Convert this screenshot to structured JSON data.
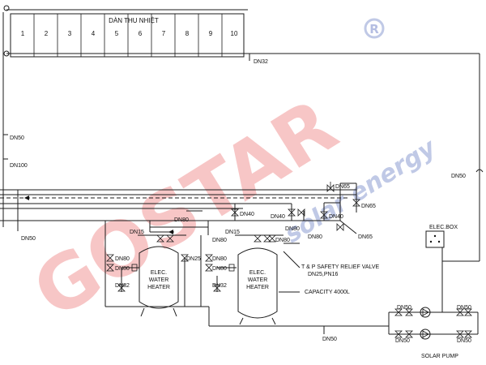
{
  "brand": {
    "name": "GOSTAR",
    "tagline": "solar energy",
    "registered_mark": "®",
    "colors": {
      "red": "#e86a6a",
      "blue": "#6c7fc4"
    }
  },
  "collector": {
    "title": "DÀN THU NHIỆT",
    "panels": [
      "1",
      "2",
      "3",
      "4",
      "5",
      "6",
      "7",
      "8",
      "9",
      "10"
    ]
  },
  "pipes": {
    "top_outlet": "DN32",
    "left_top": "DN50",
    "left_main": "DN100",
    "left_bottom": "DN50",
    "right_return": "DN50",
    "valve_top": "DN65",
    "valve_right": "DN65",
    "branch_dn40_left": "DN40",
    "branch_dn40_mid": "DN40",
    "branch_dn40_right": "DN40",
    "branch_dn80_top": "DN80",
    "branch_dn80_a": "DN80",
    "branch_dn80_b": "DN80",
    "branch_dn80_c": "DN80",
    "branch_dn65_low": "DN65",
    "bottom_main": "DN50"
  },
  "heater_left": {
    "label_1": "ELEC.",
    "label_2": "WATER",
    "label_3": "HEATER",
    "inlet": "DN15",
    "side_valve_1": "DN80",
    "side_valve_2": "DN80",
    "right_pipe": "DN25",
    "drain": "DN32"
  },
  "heater_right": {
    "label_1": "ELEC.",
    "label_2": "WATER",
    "label_3": "HEATER",
    "inlet": "DN15",
    "side_valve_1": "DN80",
    "side_valve_2": "DN80",
    "top_pipe": "DN80",
    "drain": "DN32"
  },
  "annotations": {
    "relief_valve_1": "T & P SAFETY RELIEF VALVE",
    "relief_valve_2": "DN25,PN16",
    "capacity": "CAPACITY 4000L"
  },
  "pump_station": {
    "elec_box": "ELEC.BOX",
    "pipe_tl": "DN50",
    "pipe_tr": "DN50",
    "pipe_bl": "DN50",
    "pipe_br": "DN50",
    "label": "SOLAR PUMP"
  }
}
